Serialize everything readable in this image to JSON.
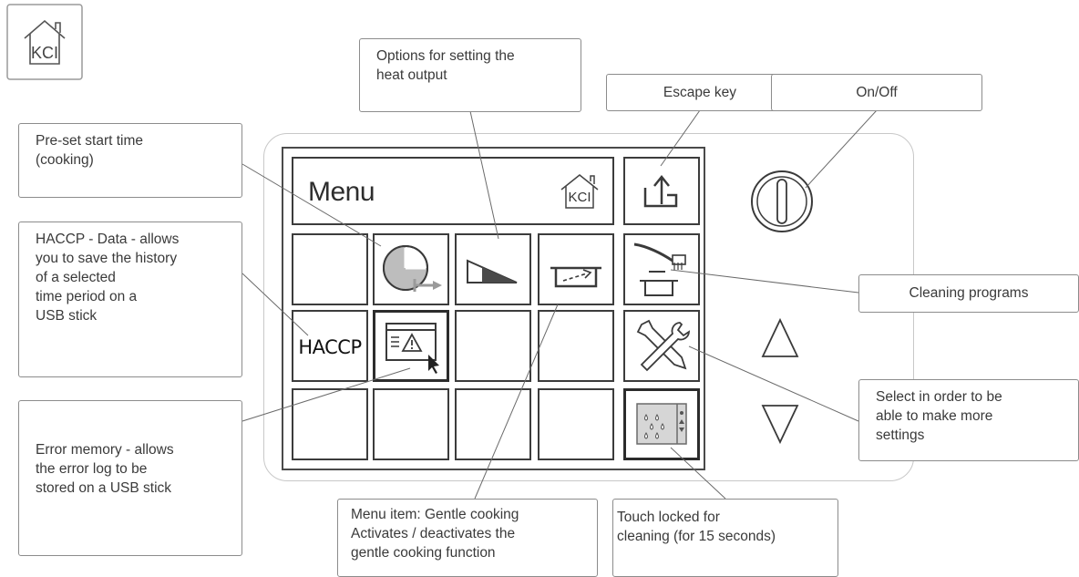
{
  "logo": {
    "text": "KCI"
  },
  "screen": {
    "title": "Menu",
    "tiles": {
      "haccp": "HACCP"
    }
  },
  "callouts": {
    "preset_start": "Pre-set start time\n(cooking)",
    "heat_output": "Options for setting the\nheat output",
    "escape": "Escape key",
    "on_off": "On/Off",
    "haccp": "HACCP - Data - allows\nyou to save the history\nof a selected\ntime period on a\nUSB stick",
    "cleaning": "Cleaning programs",
    "settings": "Select in order to be\nable to make more\nsettings",
    "error_memory": "Error memory - allows\nthe error log to be\nstored on a USB stick",
    "gentle": "Menu item: Gentle cooking\nActivates / deactivates the\ngentle cooking function",
    "touch_lock": "Touch locked for\ncleaning (for 15 seconds)"
  },
  "colors": {
    "line": "#6a6a6a",
    "tile_border": "#3c3c3c",
    "icon_gray": "#bdbdbd",
    "icon_dark": "#4a4a4a",
    "lock_fill": "#d6d6d6"
  }
}
